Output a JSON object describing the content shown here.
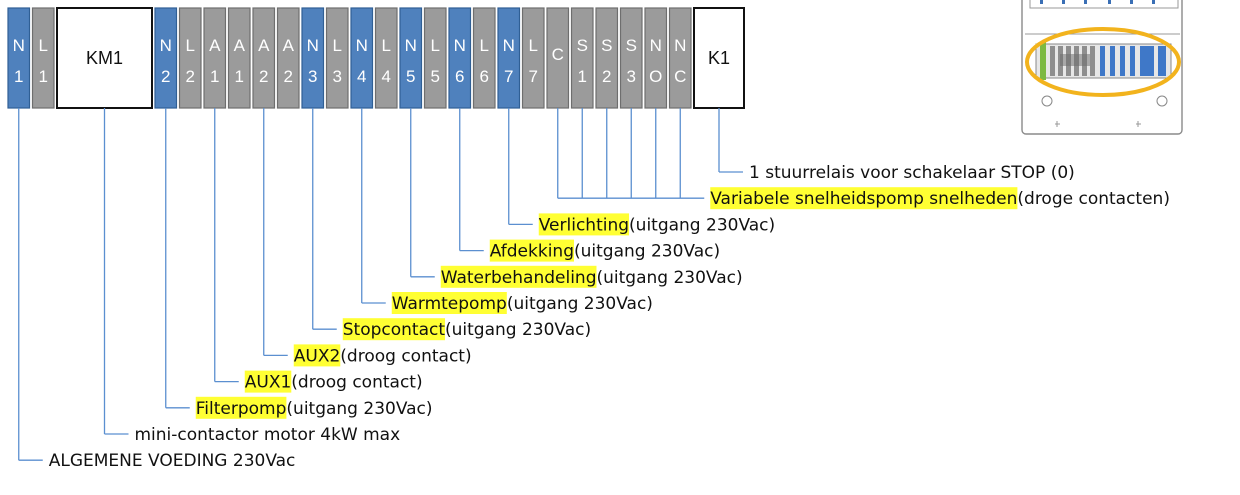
{
  "terminals": [
    {
      "top": "N",
      "bottom": "1",
      "kind": "blue"
    },
    {
      "top": "L",
      "bottom": "1",
      "kind": "gray"
    },
    {
      "top": "KM1",
      "bottom": "",
      "kind": "box"
    },
    {
      "top": "N",
      "bottom": "2",
      "kind": "blue"
    },
    {
      "top": "L",
      "bottom": "2",
      "kind": "gray"
    },
    {
      "top": "A",
      "bottom": "1",
      "kind": "gray"
    },
    {
      "top": "A",
      "bottom": "1",
      "kind": "gray"
    },
    {
      "top": "A",
      "bottom": "2",
      "kind": "gray"
    },
    {
      "top": "A",
      "bottom": "2",
      "kind": "gray"
    },
    {
      "top": "N",
      "bottom": "3",
      "kind": "blue"
    },
    {
      "top": "L",
      "bottom": "3",
      "kind": "gray"
    },
    {
      "top": "N",
      "bottom": "4",
      "kind": "blue"
    },
    {
      "top": "L",
      "bottom": "4",
      "kind": "gray"
    },
    {
      "top": "N",
      "bottom": "5",
      "kind": "blue"
    },
    {
      "top": "L",
      "bottom": "5",
      "kind": "gray"
    },
    {
      "top": "N",
      "bottom": "6",
      "kind": "blue"
    },
    {
      "top": "L",
      "bottom": "6",
      "kind": "gray"
    },
    {
      "top": "N",
      "bottom": "7",
      "kind": "blue"
    },
    {
      "top": "L",
      "bottom": "7",
      "kind": "gray"
    },
    {
      "top": "C",
      "bottom": "",
      "kind": "gray"
    },
    {
      "top": "S",
      "bottom": "1",
      "kind": "gray"
    },
    {
      "top": "S",
      "bottom": "2",
      "kind": "gray"
    },
    {
      "top": "S",
      "bottom": "3",
      "kind": "gray"
    },
    {
      "top": "N",
      "bottom": "O",
      "kind": "gray"
    },
    {
      "top": "N",
      "bottom": "C",
      "kind": "gray"
    },
    {
      "top": "K1",
      "bottom": "",
      "kind": "box"
    }
  ],
  "labels": [
    {
      "highlight": "",
      "rest": "1 stuurrelais voor schakelaar STOP (0)",
      "from": [
        25
      ]
    },
    {
      "highlight": "Variabele snelheidspomp snelheden",
      "rest": "(droge contacten)",
      "from": [
        19,
        20,
        21,
        22,
        23,
        24
      ]
    },
    {
      "highlight": "Verlichting",
      "rest": " (uitgang 230Vac)",
      "from": [
        17
      ]
    },
    {
      "highlight": "Afdekking",
      "rest": " (uitgang 230Vac)",
      "from": [
        15
      ]
    },
    {
      "highlight": "Waterbehandeling",
      "rest": " (uitgang 230Vac)",
      "from": [
        13
      ]
    },
    {
      "highlight": "Warmtepomp",
      "rest": "(uitgang 230Vac)",
      "from": [
        11
      ]
    },
    {
      "highlight": "Stopcontact",
      "rest": "(uitgang 230Vac)",
      "from": [
        9
      ]
    },
    {
      "highlight": "AUX2",
      "rest": " (droog contact)",
      "from": [
        7
      ]
    },
    {
      "highlight": "AUX1",
      "rest": " (droog contact)",
      "from": [
        5
      ]
    },
    {
      "highlight": "Filterpomp",
      "rest": "(uitgang 230Vac)",
      "from": [
        3
      ]
    },
    {
      "highlight": "",
      "rest": "mini-contactor motor 4kW max",
      "from": [
        2
      ]
    },
    {
      "highlight": "",
      "rest": "ALGEMENE VOEDING 230Vac",
      "from": [
        0
      ]
    }
  ],
  "colors": {
    "blue": "#4f81bd",
    "blue_border": "#2f5f95",
    "gray": "#9b9b9b",
    "gray_border": "#6e6e6e",
    "line": "#5b8fd0",
    "highlight": "#ffff33",
    "oval": "#f2b31d"
  },
  "thumbnail": {
    "icon": "control-box-thumbnail-icon"
  }
}
